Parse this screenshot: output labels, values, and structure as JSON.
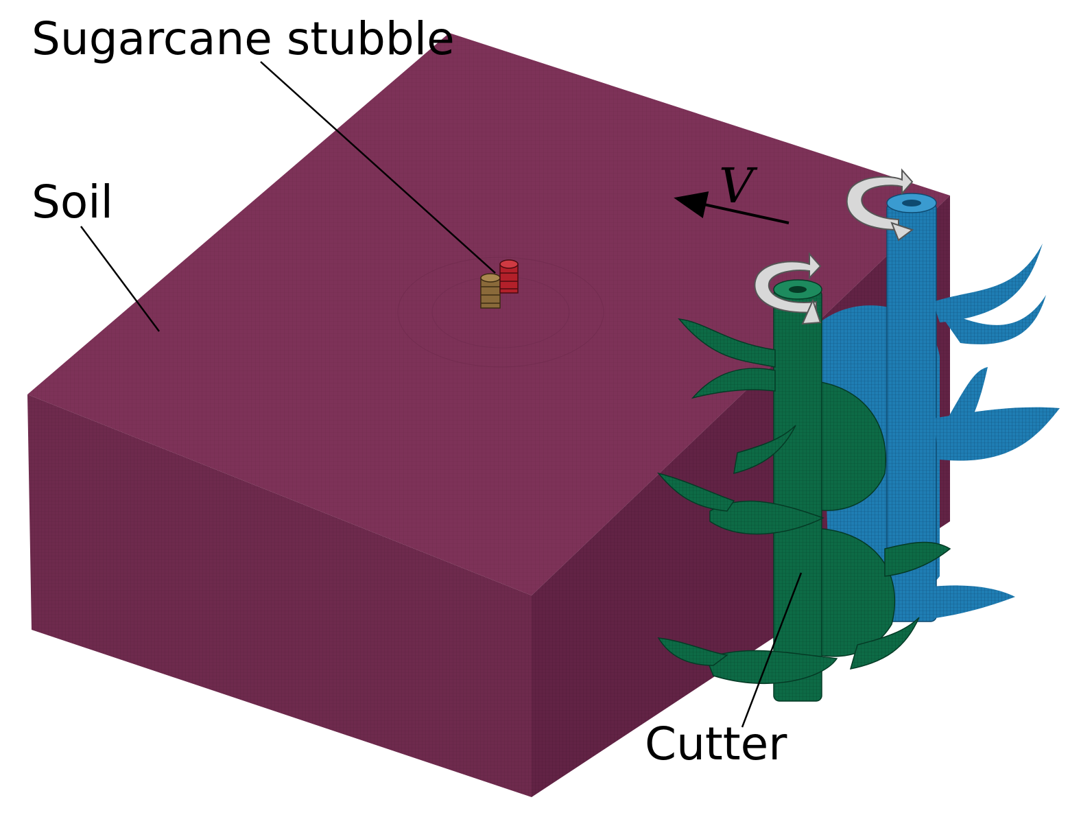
{
  "labels": {
    "stubble": "Sugarcane stubble",
    "soil": "Soil",
    "cutter": "Cutter",
    "velocity": "V"
  },
  "colors": {
    "soil_top": "#7d3258",
    "soil_front": "#6e2a4d",
    "soil_side": "#5e2240",
    "cutter_front": "#0c6a45",
    "cutter_back": "#1f7db3",
    "stubble_1": "#8a6a3a",
    "stubble_2": "#b3202a",
    "arrow_fill": "#d8d8d8",
    "text": "#000000"
  },
  "icons": {
    "rotation_indicator": "circular-arrow-icon",
    "motion_direction": "arrow-left-icon"
  }
}
